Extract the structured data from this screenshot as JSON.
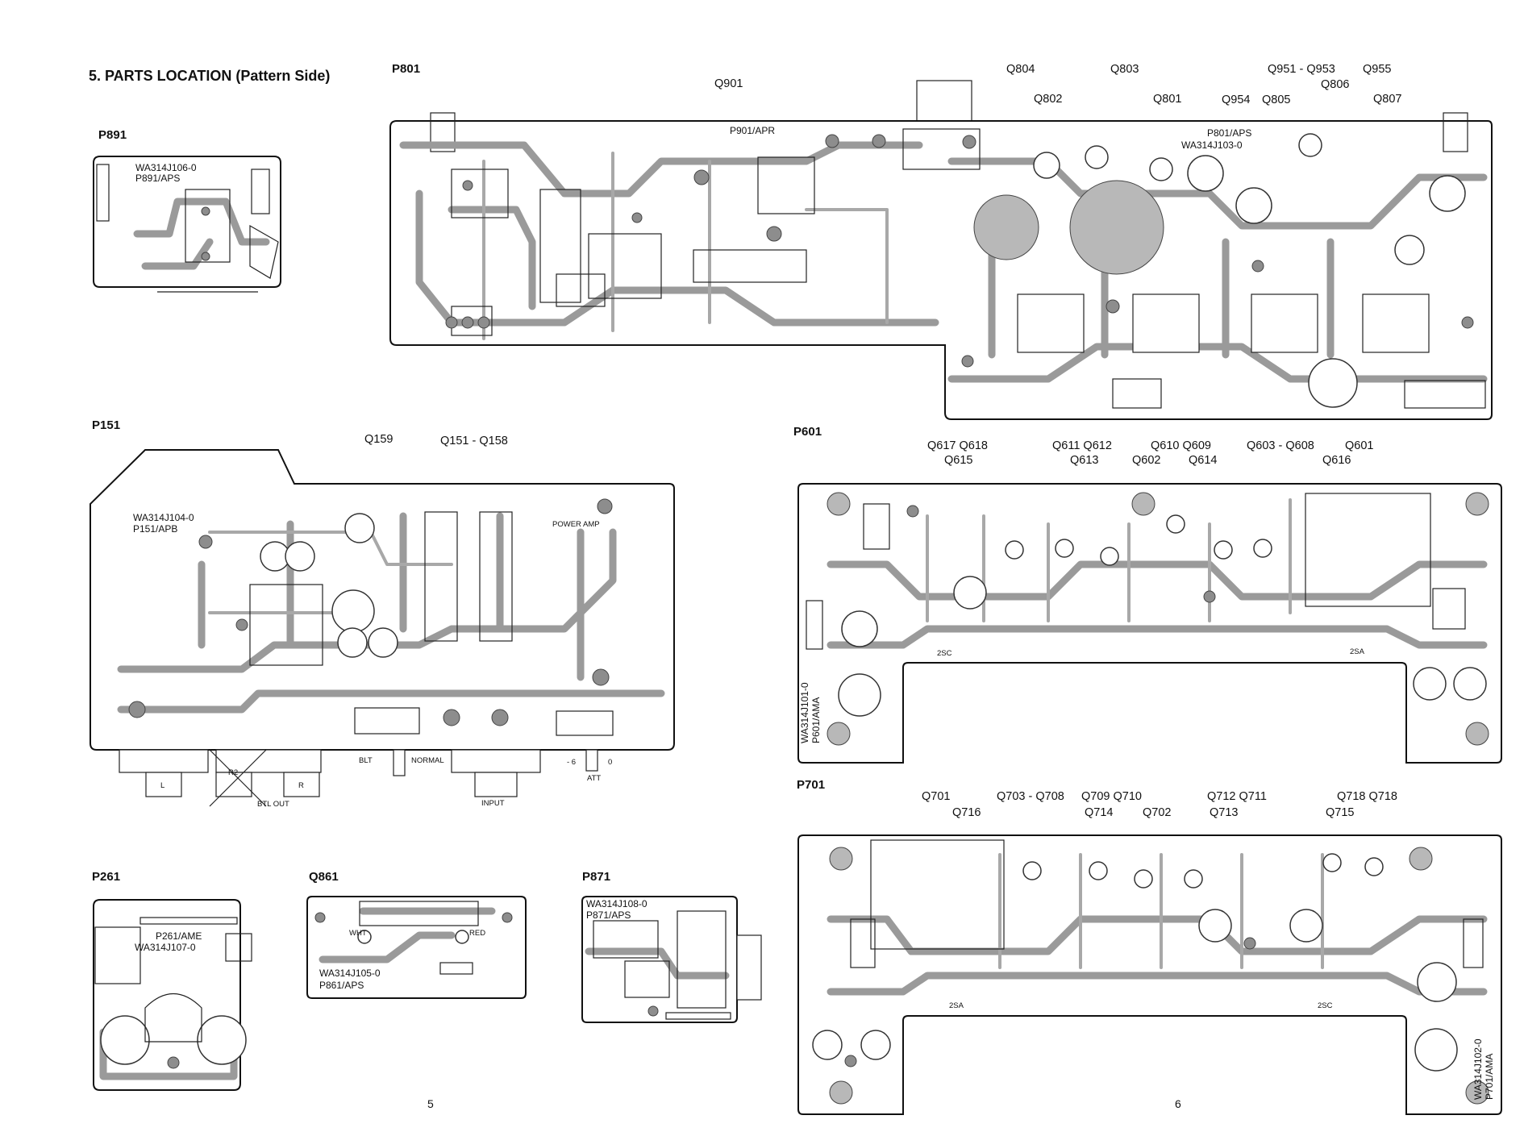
{
  "page_title": "5. PARTS LOCATION (Pattern Side)",
  "page_numbers": [
    "5",
    "6"
  ],
  "boards": {
    "p801": {
      "name": "P801",
      "transistor_labels": [
        "Q901",
        "Q804",
        "Q803",
        "Q951 - Q953",
        "Q955",
        "Q806",
        "Q802",
        "Q801",
        "Q954",
        "Q805",
        "Q807"
      ],
      "pcb_labels": [
        "P901/APR",
        "P801/APS",
        "WA314J103-0"
      ]
    },
    "p891": {
      "name": "P891",
      "pcb_labels": [
        "WA314J106-0",
        "P891/APS"
      ]
    },
    "p151": {
      "name": "P151",
      "transistor_labels": [
        "Q159",
        "Q151 - Q158"
      ],
      "pcb_labels": [
        "WA314J104-0",
        "P151/APB"
      ],
      "bottom_labels": {
        "l": "L",
        "r2": "R2",
        "r": "R",
        "btl_out": "BTL OUT",
        "blt": "BLT",
        "normal": "NORMAL",
        "input": "INPUT",
        "minus6": "- 6",
        "zero": "0",
        "att": "ATT",
        "power_amp": "POWER AMP"
      }
    },
    "p601": {
      "name": "P601",
      "transistor_labels": [
        "Q617 Q618",
        "Q615",
        "Q611 Q612",
        "Q613",
        "Q610 Q609",
        "Q602",
        "Q614",
        "Q603 - Q608",
        "Q601",
        "Q616"
      ],
      "pcb_labels": [
        "WA314J101-0",
        "P601/AMA",
        "2SC",
        "2SA"
      ]
    },
    "p701": {
      "name": "P701",
      "transistor_labels": [
        "Q701",
        "Q716",
        "Q703 - Q708",
        "Q709 Q710",
        "Q714",
        "Q702",
        "Q712 Q711",
        "Q713",
        "Q718 Q718",
        "Q715"
      ],
      "pcb_labels": [
        "WA314J102-0",
        "P701/AMA",
        "2SA",
        "2SC"
      ]
    },
    "p261": {
      "name": "P261",
      "pcb_labels": [
        "P261/AME",
        "WA314J107-0"
      ]
    },
    "q861": {
      "name": "Q861",
      "pcb_labels": [
        "WA314J105-0",
        "P861/APS",
        "WHT",
        "RED"
      ]
    },
    "p871": {
      "name": "P871",
      "pcb_labels": [
        "WA314J108-0",
        "P871/APS"
      ]
    }
  }
}
